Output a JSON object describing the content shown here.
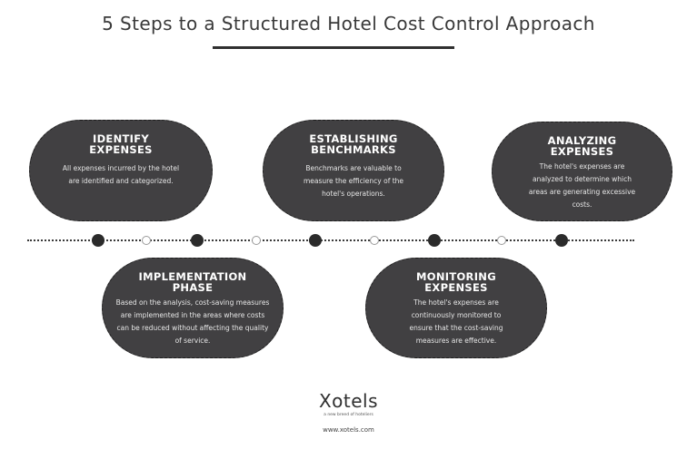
{
  "title": "5 Steps to a Structured Hotel Cost Control Approach",
  "steps": [
    {
      "heading_line1": "IDENTIFY",
      "heading_line2": "EXPENSES",
      "description": "All expenses incurred by the hotel are identified and categorized."
    },
    {
      "heading_line1": "ESTABLISHING",
      "heading_line2": "BENCHMARKS",
      "description": "Benchmarks are valuable to measure the efficiency of the hotel's operations."
    },
    {
      "heading_line1": "ANALYZING",
      "heading_line2": "EXPENSES",
      "description": "The hotel's expenses are analyzed to determine which areas are generating excessive costs."
    },
    {
      "heading_line1": "IMPLEMENTATION",
      "heading_line2": "PHASE",
      "description": "Based on the analysis, cost-saving measures are implemented in the areas where costs can be reduced without affecting the quality of service."
    },
    {
      "heading_line1": "MONITORING",
      "heading_line2": "EXPENSES",
      "description": "The hotel's expenses are continuously monitored to ensure that the cost-saving measures are effective."
    }
  ],
  "brand": {
    "logo": "Xotels",
    "tagline": "a new breed of hoteliers",
    "website": "www.xotels.com"
  },
  "colors": {
    "card_fill": "#414042",
    "timeline": "#3a3a3a",
    "text_on_card": "#ffffff"
  }
}
